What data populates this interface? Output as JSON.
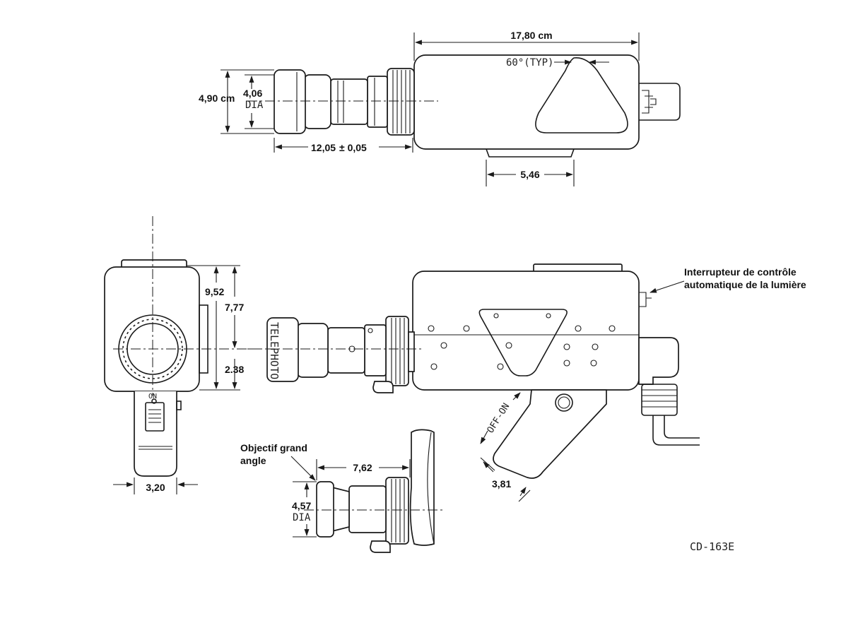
{
  "dimensions": {
    "overall_length": "17,80 cm",
    "angle_typ": "60°(TYP)",
    "height_outer": "4,90 cm",
    "dia_value": "4,06",
    "dia_label": "DIA",
    "lens_length": "12,05",
    "lens_tolerance": "± 0,05",
    "mount_width": "5,46",
    "front_top": "9,52",
    "front_height": "7,77",
    "front_bottom": "2.38",
    "handle_width": "3,20",
    "wide_lens_length": "7,62",
    "wide_dia_value": "4,57",
    "wide_dia_label": "DIA",
    "grip_offset": "3,81"
  },
  "labels": {
    "telephoto": "TELEPHOTO",
    "on": "ON",
    "off_on": "OFF-ON",
    "switch_line1": "Interrupteur de contrôle",
    "switch_line2": "automatique de la lumière",
    "wide_line1": "Objectif grand",
    "wide_line2": "angle",
    "drawing_id": "CD-163E"
  }
}
